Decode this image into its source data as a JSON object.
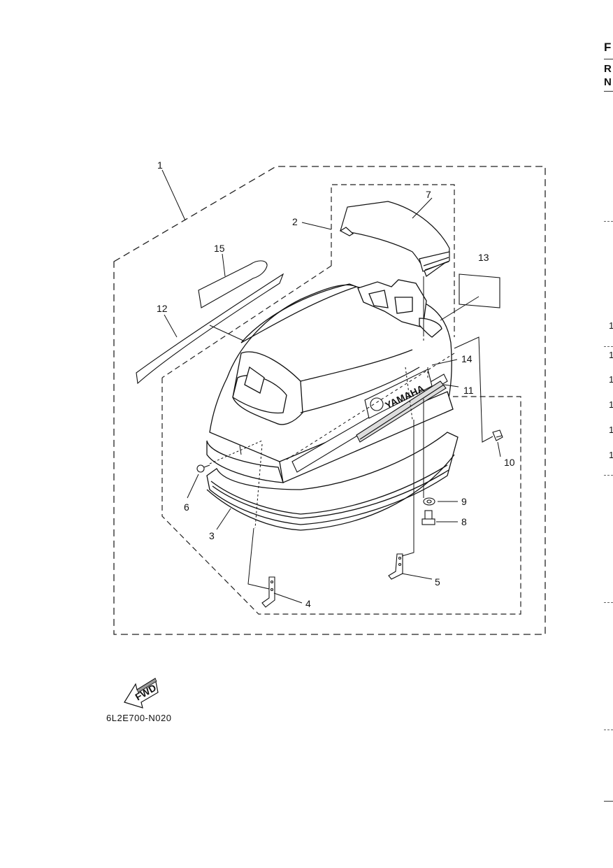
{
  "diagram_code": "6L2E700-N020",
  "fwd_label": "FWD",
  "callouts": [
    {
      "id": "c1",
      "text": "1"
    },
    {
      "id": "c2",
      "text": "2"
    },
    {
      "id": "c3",
      "text": "3"
    },
    {
      "id": "c4",
      "text": "4"
    },
    {
      "id": "c5",
      "text": "5"
    },
    {
      "id": "c6",
      "text": "6"
    },
    {
      "id": "c7",
      "text": "7"
    },
    {
      "id": "c8",
      "text": "8"
    },
    {
      "id": "c9",
      "text": "9"
    },
    {
      "id": "c10",
      "text": "10"
    },
    {
      "id": "c11",
      "text": "11"
    },
    {
      "id": "c12",
      "text": "12"
    },
    {
      "id": "c13",
      "text": "13"
    },
    {
      "id": "c14",
      "text": "14"
    },
    {
      "id": "c15",
      "text": "15"
    }
  ],
  "brand_text": "YAMAHA",
  "edge": {
    "letters": [
      "F",
      "R",
      "N"
    ],
    "numbers": [
      "1",
      "1",
      "1",
      "1",
      "1",
      "1"
    ]
  }
}
